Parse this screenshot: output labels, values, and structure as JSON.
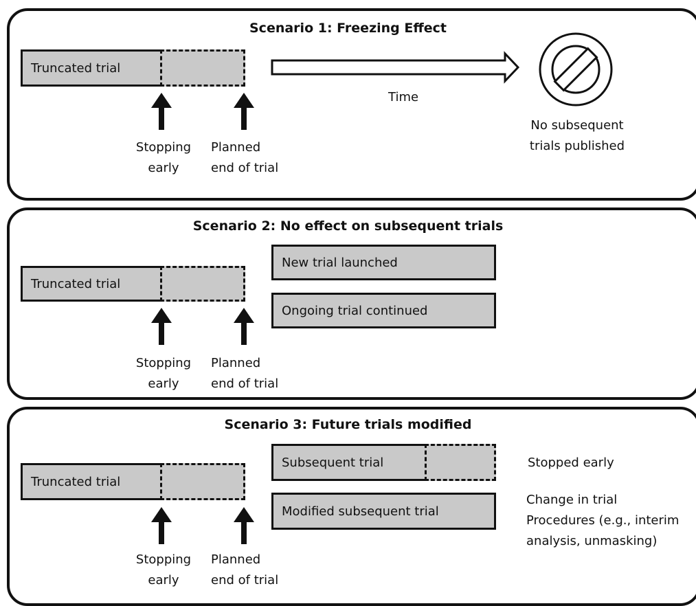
{
  "scenario1": {
    "title": "Scenario 1: Freezing Effect",
    "truncated": "Truncated trial",
    "time": "Time",
    "stop_early": [
      "Stopping",
      "early"
    ],
    "planned_end": [
      "Planned",
      "end of trial"
    ],
    "no_subsequent": [
      "No subsequent",
      "trials published"
    ]
  },
  "scenario2": {
    "title": "Scenario 2: No effect on subsequent trials",
    "truncated": "Truncated trial",
    "new_trial": "New  trial launched",
    "ongoing_trial": "Ongoing  trial continued",
    "stop_early": [
      "Stopping",
      "early"
    ],
    "planned_end": [
      "Planned",
      "end of trial"
    ]
  },
  "scenario3": {
    "title": "Scenario 3: Future trials modified",
    "truncated": "Truncated trial",
    "subsequent": "Subsequent  trial",
    "modified": "Modified subsequent  trial",
    "stopped_early": "Stopped early",
    "change": [
      "Change in trial",
      "Procedures (e.g., interim",
      "analysis, unmasking)"
    ],
    "stop_early": [
      "Stopping",
      "early"
    ],
    "planned_end": [
      "Planned",
      "end of trial"
    ]
  }
}
